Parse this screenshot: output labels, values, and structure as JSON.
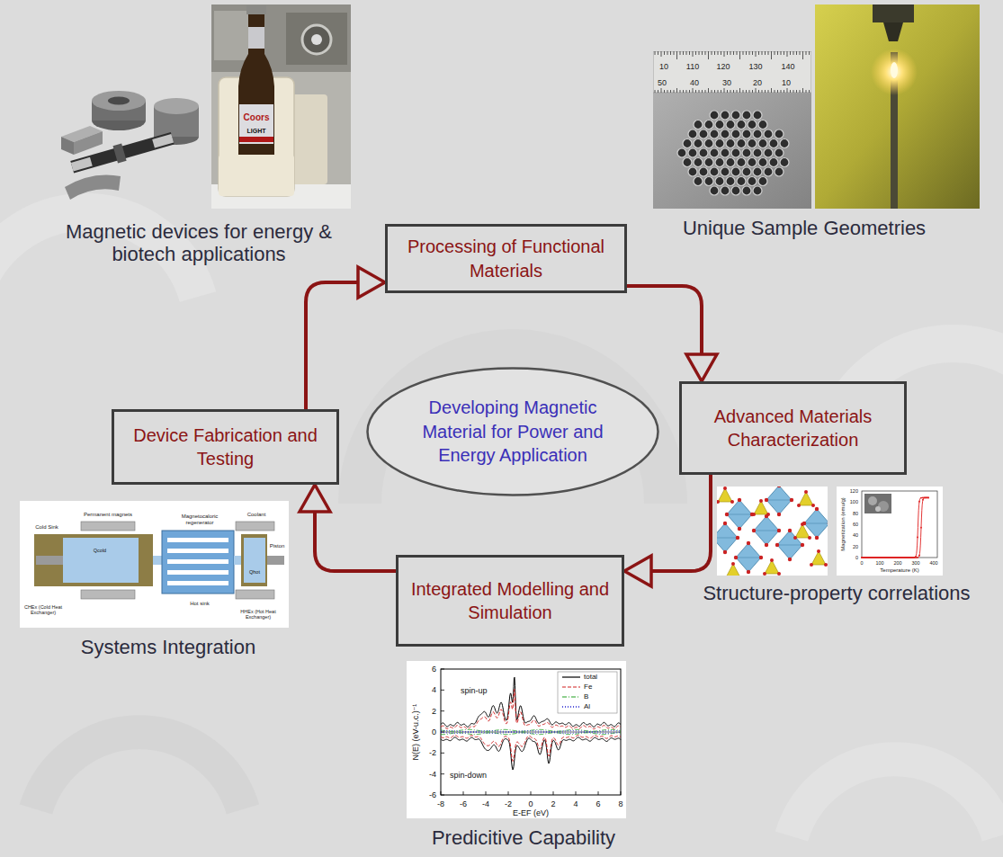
{
  "diagram": {
    "nodes": [
      {
        "text": [
          "Processing of Functional Materials"
        ]
      },
      {
        "text": [
          "Device Fabrication and Testing"
        ]
      },
      {
        "text": [
          "Developing Magnetic Material for Power and Energy Application"
        ]
      },
      {
        "text": [
          "Advanced Materials Characterization"
        ]
      },
      {
        "text": [
          "Integrated Modelling and Simulation"
        ]
      }
    ],
    "edges": [
      {
        "from": 0,
        "to": 3,
        "arrow": "to"
      },
      {
        "from": 3,
        "to": 4,
        "arrow": "to"
      },
      {
        "from": 4,
        "to": 1,
        "arrow": "to"
      },
      {
        "from": 1,
        "to": 0,
        "arrow": "to"
      }
    ],
    "labels": [
      "Magnetic devices for energy & biotech applications",
      "Unique Sample Geometries",
      "Structure-property correlations",
      "Systems Integration",
      "Predicitive Capability",
      "Coors",
      "LIGHT",
      "10",
      "110",
      "120",
      "130",
      "140",
      "50",
      "40",
      "30",
      "20",
      "10",
      "Magnetization (emu/g)",
      "Temperature (K)",
      "0",
      "20",
      "40",
      "60",
      "80",
      "100",
      "120",
      "0",
      "100",
      "200",
      "300",
      "400",
      "Permanent magnets",
      "Magnetocaloric regenerator",
      "Coolant",
      "Piston",
      "Cold Sink",
      "CHEx (Cold Heat Exchanger)",
      "Hot sink",
      "HHEx (Hot Heat Exchanger)",
      "Qcold",
      "Qhot",
      "spin-up",
      "spin-down",
      "N(E) (eV-u.c.)⁻¹",
      "E-EF (eV)",
      "6",
      "4",
      "2",
      "0",
      "-2",
      "-4",
      "-6",
      "-8",
      "-6",
      "-4",
      "-2",
      "0",
      "2",
      "4",
      "6",
      "8"
    ],
    "legend": [
      {
        "text": "total"
      },
      {
        "text": "Fe"
      },
      {
        "text": "B"
      },
      {
        "text": "Al"
      }
    ]
  }
}
